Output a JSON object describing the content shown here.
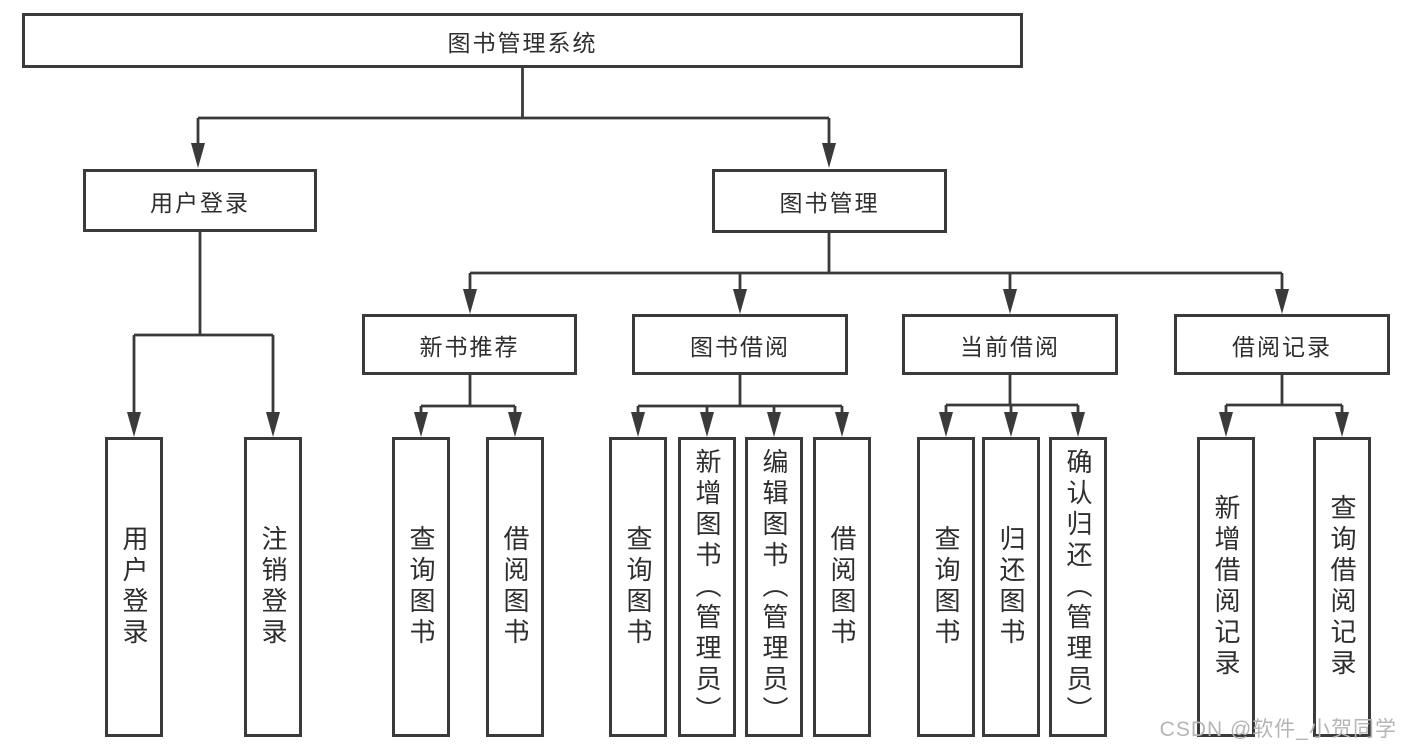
{
  "diagram": {
    "type": "hierarchy-tree",
    "title": "图书管理系统",
    "colors": {
      "line": "#3a3a3a",
      "box_border": "#3a3a3a",
      "text": "#2e2e2e",
      "background": "#ffffff",
      "watermark_text": "#b5b5b5"
    },
    "nodes": {
      "root": {
        "label": "图书管理系统",
        "level": 1
      },
      "user_login": {
        "label": "用户登录",
        "level": 2
      },
      "book_mgmt": {
        "label": "图书管理",
        "level": 2
      },
      "new_books": {
        "label": "新书推荐",
        "level": 3
      },
      "book_borrow": {
        "label": "图书借阅",
        "level": 3
      },
      "current_borrow": {
        "label": "当前借阅",
        "level": 3
      },
      "borrow_records": {
        "label": "借阅记录",
        "level": 3
      },
      "ul_login": {
        "label": "用户登录",
        "level": 4
      },
      "ul_logout": {
        "label": "注销登录",
        "level": 4
      },
      "nb_query": {
        "label": "查询图书",
        "level": 4
      },
      "nb_borrow": {
        "label": "借阅图书",
        "level": 4
      },
      "bb_query": {
        "label": "查询图书",
        "level": 4
      },
      "bb_add": {
        "label": "新增图书（管理员）",
        "level": 4
      },
      "bb_edit": {
        "label": "编辑图书（管理员）",
        "level": 4
      },
      "bb_borrow": {
        "label": "借阅图书",
        "level": 4
      },
      "cb_query": {
        "label": "查询图书",
        "level": 4
      },
      "cb_return": {
        "label": "归还图书",
        "level": 4
      },
      "cb_confirm": {
        "label": "确认归还（管理员）",
        "level": 4
      },
      "br_add": {
        "label": "新增借阅记录",
        "level": 4
      },
      "br_query": {
        "label": "查询借阅记录",
        "level": 4
      }
    },
    "edges": [
      [
        "root",
        "user_login"
      ],
      [
        "root",
        "book_mgmt"
      ],
      [
        "user_login",
        "ul_login"
      ],
      [
        "user_login",
        "ul_logout"
      ],
      [
        "book_mgmt",
        "new_books"
      ],
      [
        "book_mgmt",
        "book_borrow"
      ],
      [
        "book_mgmt",
        "current_borrow"
      ],
      [
        "book_mgmt",
        "borrow_records"
      ],
      [
        "new_books",
        "nb_query"
      ],
      [
        "new_books",
        "nb_borrow"
      ],
      [
        "book_borrow",
        "bb_query"
      ],
      [
        "book_borrow",
        "bb_add"
      ],
      [
        "book_borrow",
        "bb_edit"
      ],
      [
        "book_borrow",
        "bb_borrow"
      ],
      [
        "current_borrow",
        "cb_query"
      ],
      [
        "current_borrow",
        "cb_return"
      ],
      [
        "current_borrow",
        "cb_confirm"
      ],
      [
        "borrow_records",
        "br_add"
      ],
      [
        "borrow_records",
        "br_query"
      ]
    ],
    "watermark": "CSDN @软件_小贺同学"
  }
}
